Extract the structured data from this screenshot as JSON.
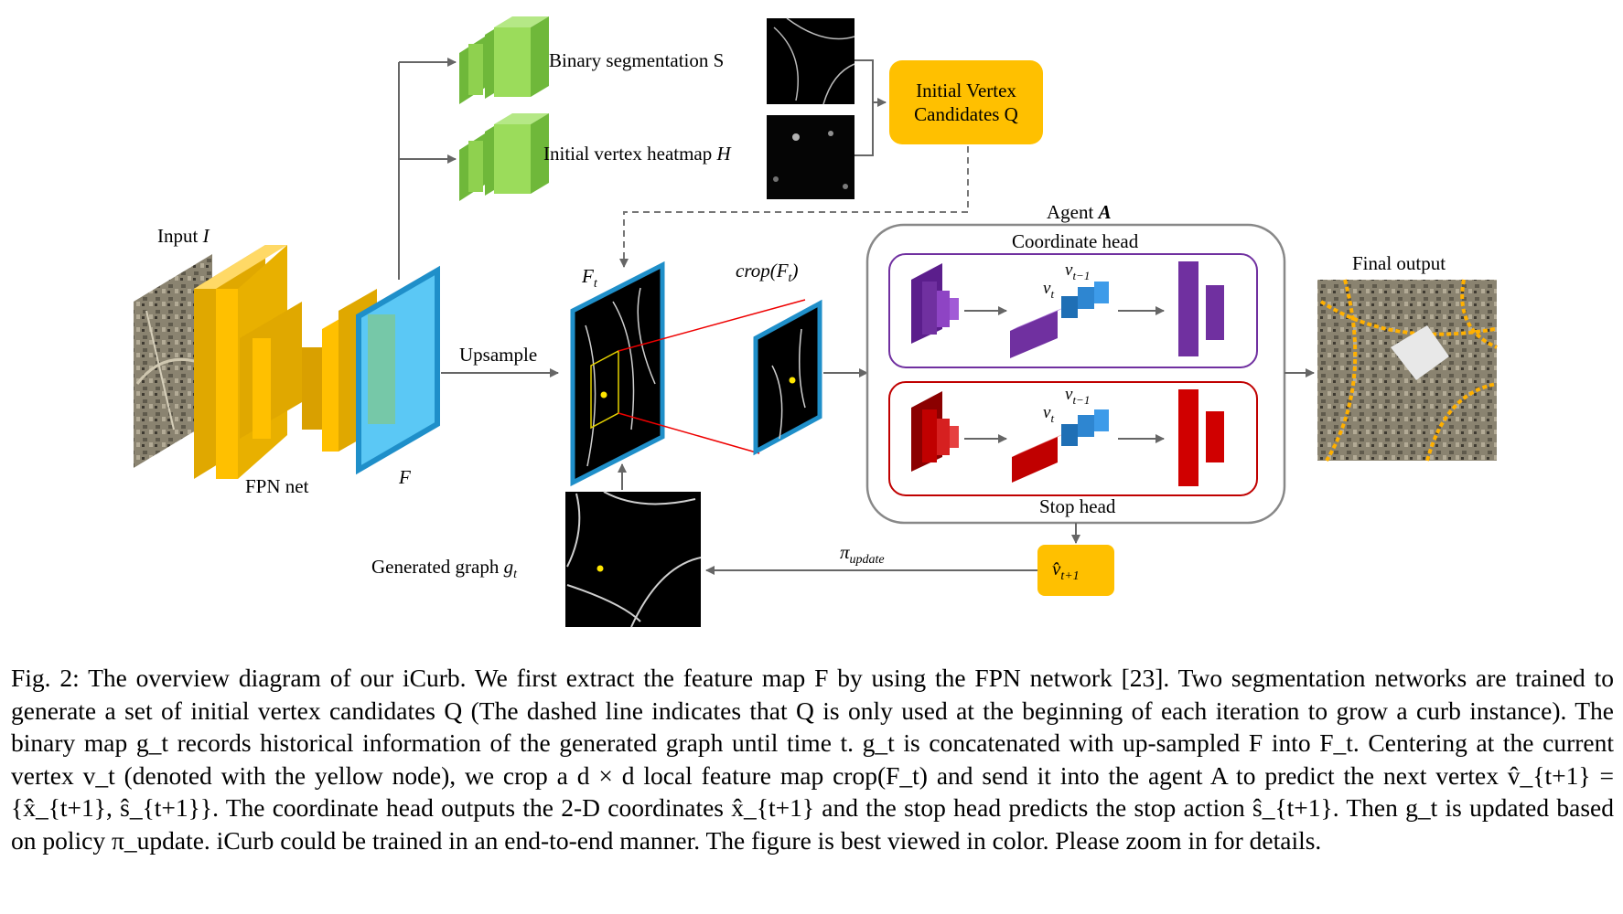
{
  "figure": {
    "input_label": "Input",
    "input_symbol": "I",
    "fpn_label": "FPN net",
    "f_symbol": "F",
    "upsample_label": "Upsample",
    "ft_label": "F",
    "ft_sub": "t",
    "crop_label": "crop(F",
    "crop_sub": "t",
    "crop_close": ")",
    "binary_seg_label": "Binary segmentation S",
    "heatmap_label": "Initial vertex heatmap",
    "heatmap_symbol": "H",
    "vertex_candidates_line1": "Initial Vertex",
    "vertex_candidates_line2": "Candidates Q",
    "agent_label": "Agent",
    "agent_symbol": "A",
    "coord_head_label": "Coordinate head",
    "stop_head_label": "Stop head",
    "v_prev": "v",
    "v_prev_sub": "t−1",
    "v_curr": "v",
    "v_curr_sub": "t",
    "final_output_label": "Final output",
    "pi_label": "π",
    "pi_sub": "update",
    "vhat_label": "v̂",
    "vhat_sub": "t+1",
    "graph_label": "Generated graph",
    "graph_symbol": "g",
    "graph_sub": "t",
    "colors": {
      "yellow": "#FFC000",
      "green": "#8FD14F",
      "blue": "#2E9BD6",
      "purple": "#7030A0",
      "red": "#C00000",
      "dark_blue": "#1F6FB5"
    }
  },
  "caption": {
    "text": "Fig. 2: The overview diagram of our iCurb. We first extract the feature map F by using the FPN network [23]. Two segmentation networks are trained to generate a set of initial vertex candidates Q (The dashed line indicates that Q is only used at the beginning of each iteration to grow a curb instance). The binary map g_t records historical information of the generated graph until time t. g_t is concatenated with up-sampled F into F_t. Centering at the current vertex v_t (denoted with the yellow node), we crop a d × d local feature map crop(F_t) and send it into the agent A to predict the next vertex v̂_{t+1} = {x̂_{t+1}, ŝ_{t+1}}. The coordinate head outputs the 2-D coordinates x̂_{t+1} and the stop head predicts the stop action ŝ_{t+1}. Then g_t is updated based on policy π_update. iCurb could be trained in an end-to-end manner. The figure is best viewed in color. Please zoom in for details."
  }
}
